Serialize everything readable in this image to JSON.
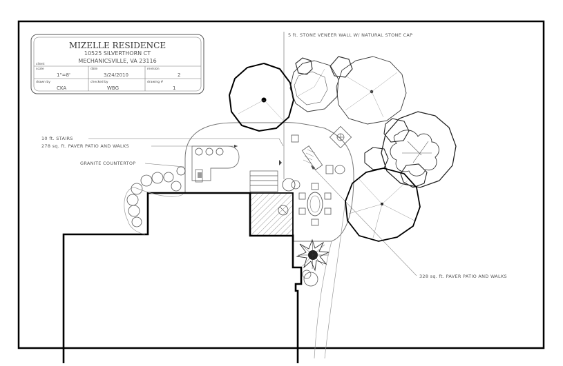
{
  "title_block": {
    "project": "MIZELLE RESIDENCE",
    "address_line1": "10525 SILVERTHORN CT",
    "address_line2": "MECHANICSVILLE, VA 23116",
    "client_label": "client",
    "scale_label": "scale",
    "scale_value": "1\"=8'",
    "date_label": "date",
    "date_value": "3/24/2010",
    "revision_label": "revision",
    "revision_value": "2",
    "drawn_by_label": "drawn by",
    "drawn_by_value": "CKA",
    "checked_by_label": "checked by",
    "checked_by_value": "WBG",
    "drawing_no_label": "drawing #",
    "drawing_no_value": "1"
  },
  "annotations": {
    "stone_wall": "5 ft. STONE VENEER WALL W/ NATURAL STONE CAP",
    "stairs": "10 ft. STAIRS",
    "patio_left": "278 sq. ft. PAVER PATIO AND WALKS",
    "countertop": "GRANITE COUNTERTOP",
    "patio_right": "328 sq. ft. PAVER PATIO AND WALKS"
  }
}
